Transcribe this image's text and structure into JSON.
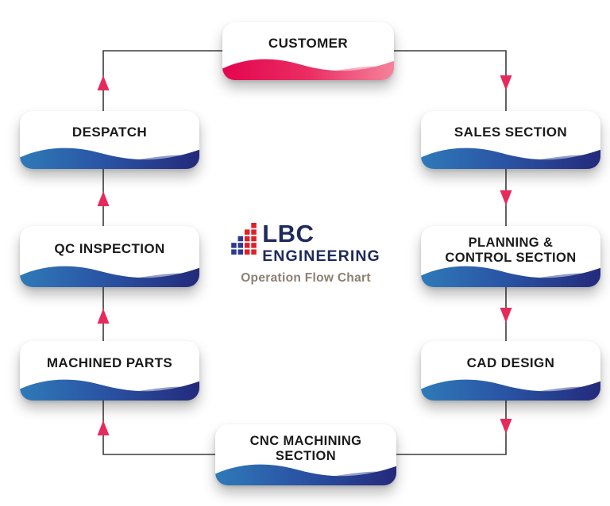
{
  "logo": {
    "name": "LBC",
    "subtitle": "ENGINEERING",
    "tagline": "Operation Flow Chart"
  },
  "nodes": [
    {
      "id": "customer",
      "label": "CUSTOMER",
      "accent": "pink"
    },
    {
      "id": "sales",
      "label": "SALES SECTION",
      "accent": "blue"
    },
    {
      "id": "planning",
      "label": "PLANNING & CONTROL SECTION",
      "accent": "blue"
    },
    {
      "id": "cad",
      "label": "CAD DESIGN",
      "accent": "blue"
    },
    {
      "id": "cnc",
      "label": "CNC MACHINING SECTION",
      "accent": "blue"
    },
    {
      "id": "machined",
      "label": "MACHINED PARTS",
      "accent": "blue"
    },
    {
      "id": "qc",
      "label": "QC INSPECTION",
      "accent": "blue"
    },
    {
      "id": "despatch",
      "label": "DESPATCH",
      "accent": "blue"
    }
  ],
  "edges": [
    {
      "from": "CUSTOMER",
      "to": "SALES SECTION"
    },
    {
      "from": "SALES SECTION",
      "to": "PLANNING & CONTROL SECTION"
    },
    {
      "from": "PLANNING & CONTROL SECTION",
      "to": "CAD DESIGN"
    },
    {
      "from": "CAD DESIGN",
      "to": "CNC MACHINING SECTION"
    },
    {
      "from": "CNC MACHINING SECTION",
      "to": "MACHINED PARTS"
    },
    {
      "from": "MACHINED PARTS",
      "to": "QC INSPECTION"
    },
    {
      "from": "QC INSPECTION",
      "to": "DESPATCH"
    },
    {
      "from": "DESPATCH",
      "to": "CUSTOMER"
    }
  ],
  "colors": {
    "line": "#3b3b3b",
    "arrow-pink": "#e72a5c",
    "node-text": "#1a1a1a",
    "wave-blue-a": "#2f7ab8",
    "wave-blue-b": "#2a55a5",
    "wave-blue-c": "#242a7c",
    "wave-pink-a": "#e30550",
    "wave-pink-b": "#ea2d62",
    "wave-pink-c": "#f5839b",
    "logo-navy": "#202a5c",
    "logo-blue": "#2b3990",
    "logo-red": "#e02028",
    "tagline": "#8c7f72"
  }
}
